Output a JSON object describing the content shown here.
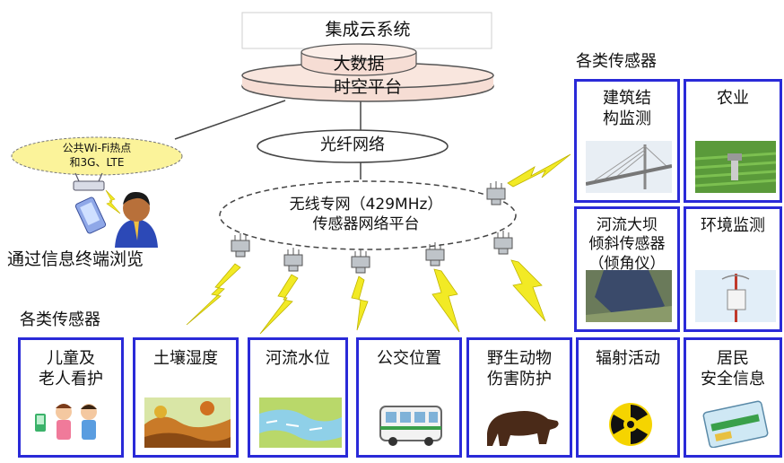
{
  "cloud": {
    "title": "集成云系统",
    "drum_top": "大数据",
    "drum_bottom": "时空平台"
  },
  "fiber": "光纤网络",
  "wireless": {
    "line1": "无线专网（429MHz）",
    "line2": "传感器网络平台"
  },
  "wifi_bubble": {
    "line1": "公共Wi-Fi热点",
    "line2": "和3G、LTE"
  },
  "terminal_label": "通过信息终端浏览",
  "sensors_heading_left": "各类传感器",
  "sensors_heading_right": "各类传感器",
  "bottom_boxes": [
    {
      "label": "儿童及\n老人看护",
      "icon": "children-icon"
    },
    {
      "label": "土壤湿度",
      "icon": "soil-landscape-icon"
    },
    {
      "label": "河流水位",
      "icon": "river-icon"
    },
    {
      "label": "公交位置",
      "icon": "bus-icon"
    },
    {
      "label": "野生动物\n伤害防护",
      "icon": "bear-icon"
    },
    {
      "label": "辐射活动",
      "icon": "radiation-icon"
    },
    {
      "label": "居民\n安全信息",
      "icon": "card-icon"
    }
  ],
  "side_boxes": [
    {
      "label": "建筑结\n构监测",
      "icon": "bridge-icon"
    },
    {
      "label": "农业",
      "icon": "farm-field-icon"
    },
    {
      "label": "河流大坝\n倾斜传感器\n（倾角仪）",
      "icon": "dam-aerial-icon"
    },
    {
      "label": "环境监测",
      "icon": "environment-sensor-icon"
    }
  ],
  "colors": {
    "box_border": "#2a2ad8",
    "drum_fill": "#f6ddd4",
    "bubble_fill": "#fbf39a",
    "lightning": "#f2ea25"
  }
}
